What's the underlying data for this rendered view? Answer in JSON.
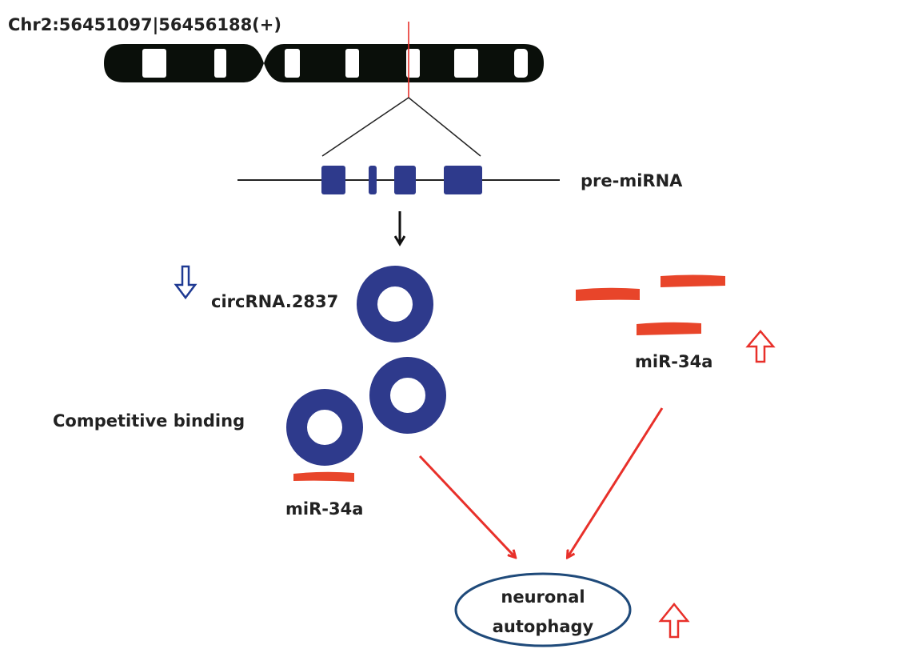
{
  "figure": {
    "chromosome_label": "Chr2:56451097|56456188(+)",
    "pre_mirna_label": "pre-miRNA",
    "circrna_label": "circRNA.2837",
    "competitive_binding_label": "Competitive binding",
    "mir_bound_label": "miR-34a",
    "mir_free_label": "miR-34a",
    "outcome_line1": "neuronal",
    "outcome_line2": "autophagy",
    "icons": {
      "circrna_trend": "hollow-down-arrow-icon",
      "mir_trend": "hollow-up-arrow-icon",
      "autophagy_trend": "hollow-up-arrow-icon"
    },
    "colors": {
      "chromosome": "#0a0f0a",
      "locus_marker": "#e8302a",
      "exon": "#2e3a8c",
      "circrna": "#2e3a8c",
      "mirna": "#e8452a",
      "arrow_red": "#e8302a",
      "arrow_blue": "#1f3a93",
      "ellipse_stroke": "#1f4a7a",
      "text": "#222222"
    }
  }
}
